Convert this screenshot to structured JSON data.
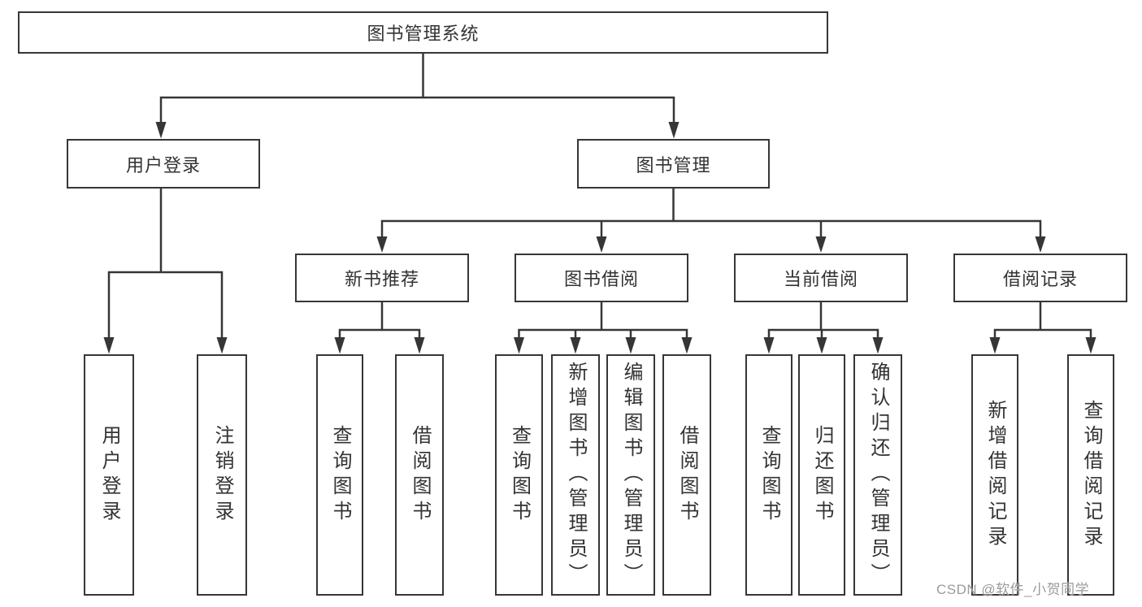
{
  "root": {
    "label": "图书管理系统"
  },
  "branches": {
    "user": {
      "label": "用户登录",
      "leaves": [
        {
          "label": "用户登录"
        },
        {
          "label": "注销登录"
        }
      ]
    },
    "books": {
      "label": "图书管理",
      "sections": [
        {
          "label": "新书推荐",
          "leaves": [
            {
              "label": "查询图书"
            },
            {
              "label": "借阅图书"
            }
          ]
        },
        {
          "label": "图书借阅",
          "leaves": [
            {
              "label": "查询图书"
            },
            {
              "label": "新增图书（管理员）"
            },
            {
              "label": "编辑图书（管理员）"
            },
            {
              "label": "借阅图书"
            }
          ]
        },
        {
          "label": "当前借阅",
          "leaves": [
            {
              "label": "查询图书"
            },
            {
              "label": "归还图书"
            },
            {
              "label": "确认归还（管理员）"
            }
          ]
        },
        {
          "label": "借阅记录",
          "leaves": [
            {
              "label": "新增借阅记录"
            },
            {
              "label": "查询借阅记录"
            }
          ]
        }
      ]
    }
  },
  "watermark": {
    "text": "CSDN @软件_小贺同学"
  },
  "colors": {
    "line": "#363636",
    "text": "#333333",
    "watermark_text": "#9b9b9b",
    "background": "#ffffff"
  }
}
